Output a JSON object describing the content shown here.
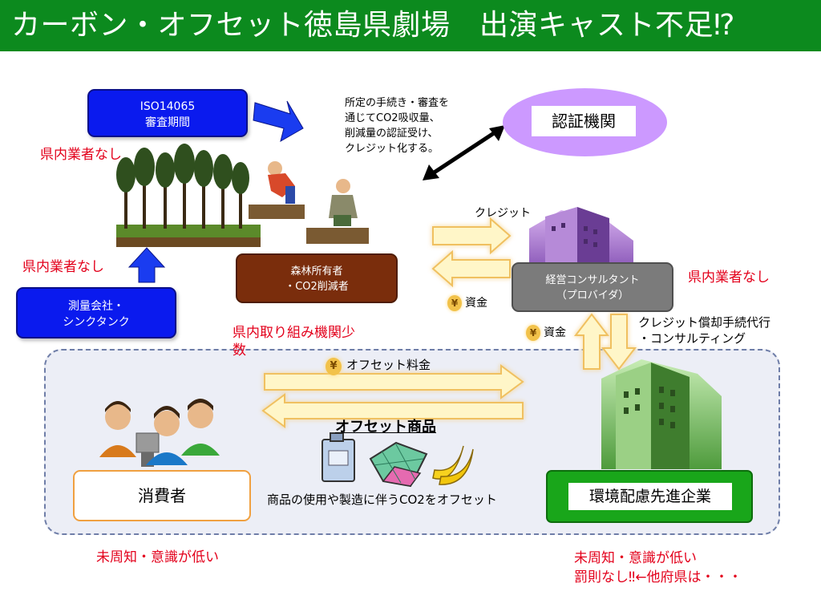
{
  "title": "カーボン・オフセット徳島県劇場　出演キャスト不足⁉",
  "certification": {
    "iso_box": [
      "ISO14065",
      "審査期間"
    ],
    "cert_body": "認証機関",
    "process_note": [
      "所定の手続き・審査を",
      "通じてCO2吸収量、",
      "削減量の認証受け、",
      "クレジット化する。"
    ],
    "survey_box": [
      "測量会社・",
      "シンクタンク"
    ],
    "forest_owner_box": [
      "森林所有者",
      "・CO2削減者"
    ]
  },
  "consultant": {
    "box": [
      "経営コンサルタント",
      "（プロバイダ）"
    ],
    "service_label": [
      "クレジット償却手続代行",
      "・コンサルティング"
    ]
  },
  "flows": {
    "credit": "クレジット",
    "funds_1": "資金",
    "funds_2": "資金",
    "offset_fee": "オフセット料金",
    "coin_glyph": "¥"
  },
  "consumer": {
    "box": "消費者",
    "products_heading": "オフセット商品",
    "products_caption": "商品の使用や製造に伴うCO2をオフセット"
  },
  "company": {
    "box": "環境配慮先進企業"
  },
  "annotations": {
    "no_local_iso": "県内業者なし",
    "no_local_survey": "県内業者なし",
    "no_local_consultant": "県内業者なし",
    "few_local_orgs": [
      "県内取り組み機関少",
      "数"
    ],
    "consumer_issue": "未周知・意識が低い",
    "company_issue": [
      "未周知・意識が低い",
      "罰則なし‼←他府県は・・・"
    ]
  },
  "colors": {
    "title_bar": "#0c8a1e",
    "blue_box": "#0a1aee",
    "brown_box": "#7a2d0c",
    "gray_box": "#7b7b7b",
    "cert_body": "#cc99ff",
    "company_box": "#19a61a",
    "annotation_red": "#e3001b",
    "flow_arrow": "#fff6c8"
  },
  "icons": [
    "forest-icon",
    "farmer-icon",
    "building-icon",
    "people-icon",
    "gas-can-icon",
    "blanket-icon",
    "banana-icon",
    "coin-icon"
  ]
}
